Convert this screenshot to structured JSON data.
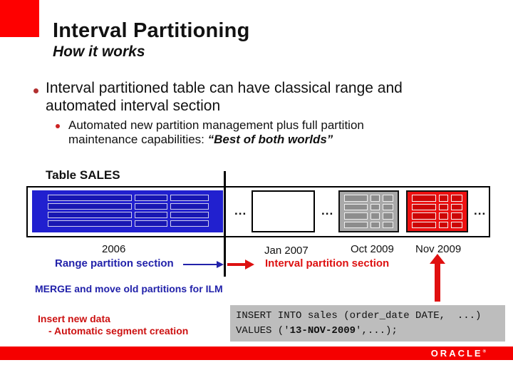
{
  "slide": {
    "title": "Interval Partitioning",
    "subtitle": "How it works"
  },
  "bullets": {
    "main": "Interval partitioned table can have classical range and automated interval section",
    "sub_prefix": "Automated new partition management plus full partition maintenance capabilities: ",
    "sub_emphasis": "“Best of both worlds”"
  },
  "diagram": {
    "table_label": "Table SALES",
    "ellipsis": "...",
    "range_year_label": "2006",
    "interval_start_label": "Jan 2007",
    "oct_label": "Oct 2009",
    "nov_label": "Nov 2009",
    "range_section_label": "Range partition section",
    "interval_section_label": "Interval partition section"
  },
  "notes": {
    "merge": "MERGE and move old partitions for ILM",
    "insert_line1": "Insert new data",
    "insert_line2": "- Automatic segment creation"
  },
  "code": {
    "line1": "INSERT INTO sales (order_date DATE,  ...)",
    "line2_pre": "VALUES ('",
    "line2_bold": "13-NOV-2009",
    "line2_post": "',...);"
  },
  "footer": {
    "brand": "ORACLE",
    "registered": "®"
  },
  "colors": {
    "accent_red": "#fe0000",
    "blue_partition": "#2120cf",
    "gray_partition": "#a9a9a9",
    "red_partition": "#ee1111",
    "range_text_blue": "#2222aa",
    "section_text_red": "#dd1111",
    "code_bg_gray": "#bdbdbd"
  }
}
